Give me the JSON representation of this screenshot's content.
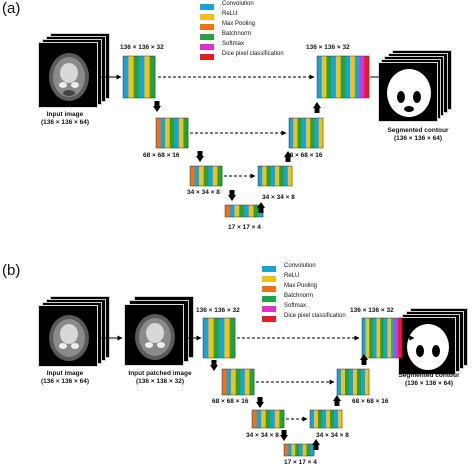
{
  "panel_a": {
    "label": "(a)",
    "legend": [
      {
        "name": "Convolution",
        "color": "#1ba3d9"
      },
      {
        "name": "ReLU",
        "color": "#f3c21a"
      },
      {
        "name": "Max Pooling",
        "color": "#e8731c"
      },
      {
        "name": "Batchnorm",
        "color": "#21a342"
      },
      {
        "name": "Softmax",
        "color": "#e02fd3"
      },
      {
        "name": "Dice pixel classification",
        "color": "#e21f26"
      }
    ],
    "input_caption_1": "Input image",
    "input_caption_2": "(136 × 136 × 64)",
    "output_caption_1": "Segmented contour",
    "output_caption_2": "(136 × 136 × 64)",
    "dims": {
      "enc1": "136 × 136 × 32",
      "dec1": "136 × 136 × 32",
      "enc2": "68 × 68 × 16",
      "dec2": "68 × 68 × 16",
      "enc3": "34 × 34 × 8",
      "dec3": "34 × 34 × 8",
      "bottom": "17 × 17 × 4"
    }
  },
  "panel_b": {
    "label": "(b)",
    "legend": [
      {
        "name": "Convolution",
        "color": "#1ba3d9"
      },
      {
        "name": "ReLU",
        "color": "#f3c21a"
      },
      {
        "name": "Max Pooling",
        "color": "#e8731c"
      },
      {
        "name": "Batchnorm",
        "color": "#21a342"
      },
      {
        "name": "Softmax",
        "color": "#e02fd3"
      },
      {
        "name": "Dice pixel classification",
        "color": "#e21f26"
      }
    ],
    "input_caption_1": "Input image",
    "input_caption_2": "(136 × 136 × 64)",
    "patch_caption_1": "Input patched image",
    "patch_caption_2": "(136 × 136 × 32)",
    "output_caption_1": "Segmented contour",
    "output_caption_2": "(136 × 136 × 64)",
    "dims": {
      "enc1": "136 × 136 × 32",
      "dec1": "136 × 136 × 32",
      "enc2": "68 × 68 × 16",
      "dec2": "68 × 68 × 16",
      "enc3": "34 × 34 × 8",
      "dec3": "34 × 34 × 8",
      "bottom": "17 × 17 × 4"
    }
  }
}
